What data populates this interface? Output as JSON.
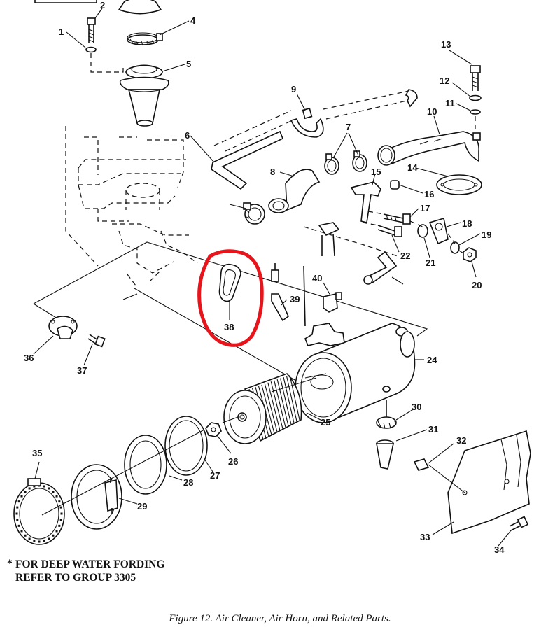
{
  "figure": {
    "caption": "Figure 12. Air Cleaner, Air Horn, and Related Parts.",
    "note_marker": "*",
    "note_line1": "FOR DEEP WATER FORDING",
    "note_line2": "REFER TO GROUP 3305",
    "highlight_color": "#e8141c",
    "highlighted_part": "38"
  },
  "callouts": [
    "1",
    "2",
    "4",
    "5",
    "6",
    "7",
    "8",
    "9",
    "10",
    "11",
    "12",
    "13",
    "14",
    "15",
    "16",
    "17",
    "18",
    "19",
    "20",
    "21",
    "22",
    "24",
    "25",
    "26",
    "27",
    "28",
    "29",
    "30",
    "31",
    "32",
    "33",
    "34",
    "35",
    "36",
    "37",
    "38",
    "39",
    "40"
  ]
}
